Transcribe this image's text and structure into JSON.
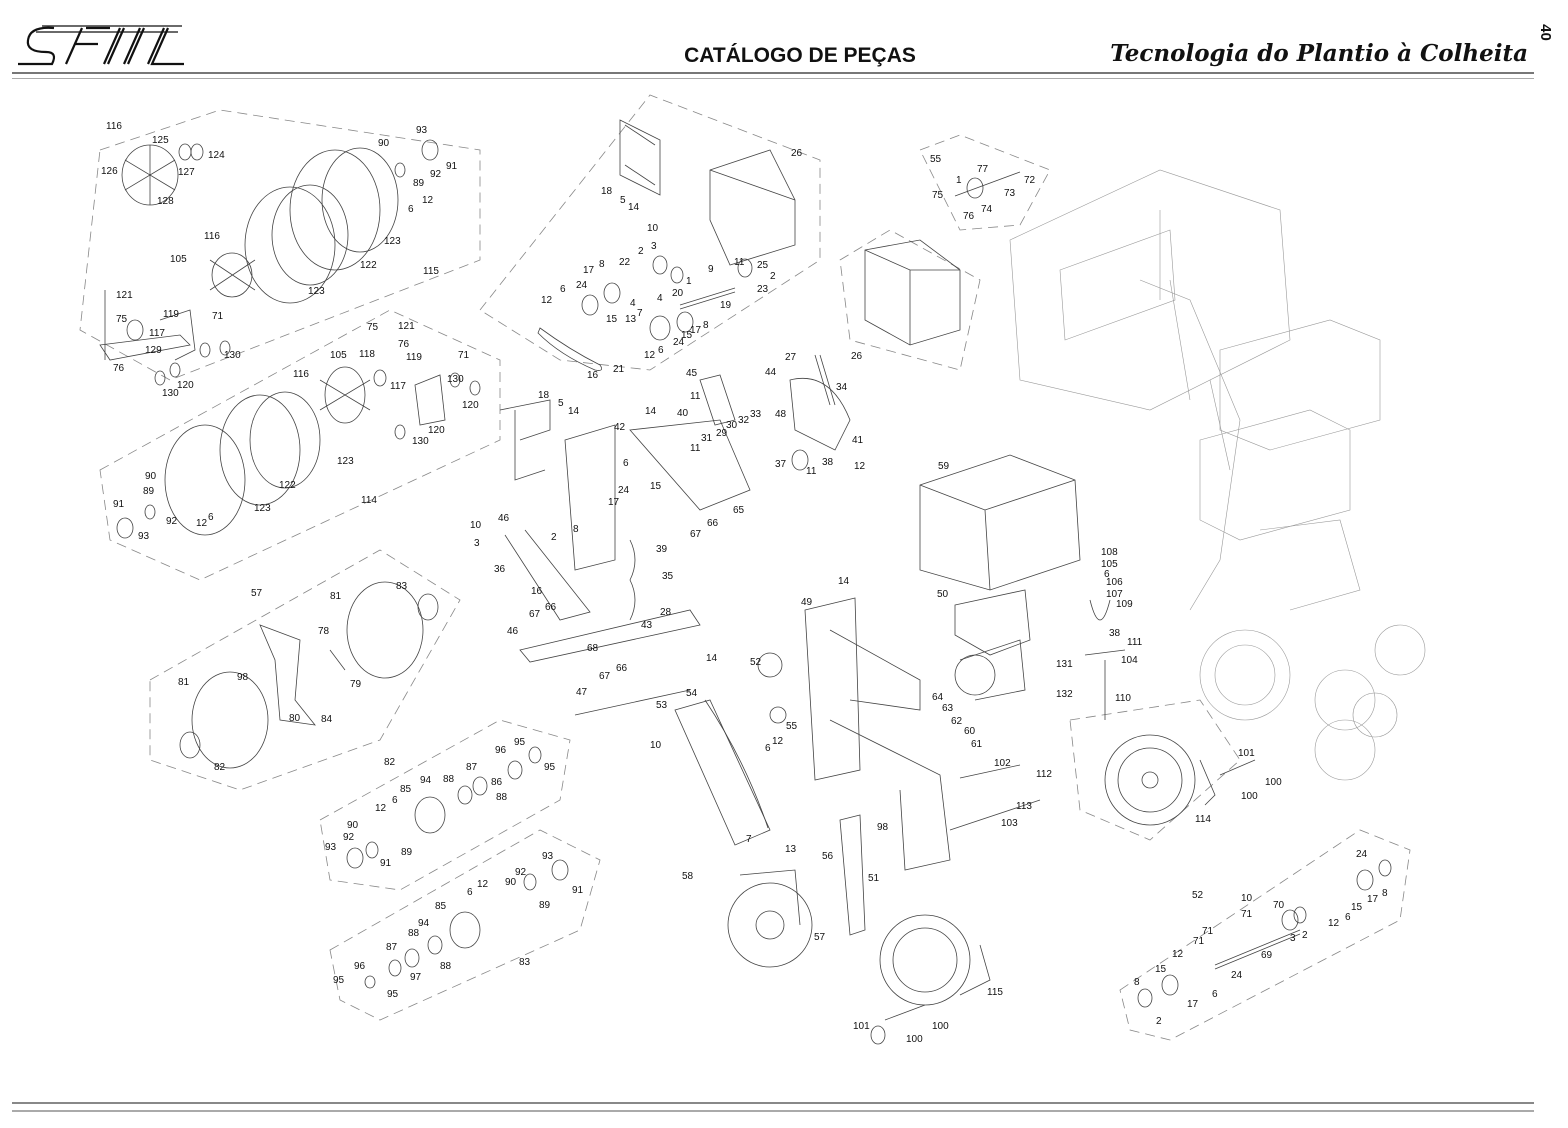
{
  "header": {
    "logo_text": "SFIL",
    "title": "CATÁLOGO DE PEÇAS",
    "tagline": "Tecnologia do Plantio à Colheita",
    "page_number": "40"
  },
  "callouts": [
    "116",
    "125",
    "124",
    "126",
    "127",
    "128",
    "90",
    "93",
    "91",
    "92",
    "89",
    "12",
    "6",
    "123",
    "122",
    "115",
    "116",
    "105",
    "123",
    "121",
    "75",
    "119",
    "117",
    "71",
    "129",
    "76",
    "120",
    "130",
    "130",
    "75",
    "121",
    "76",
    "105",
    "118",
    "119",
    "71",
    "117",
    "130",
    "120",
    "116",
    "120",
    "130",
    "123",
    "90",
    "89",
    "122",
    "114",
    "91",
    "92",
    "12",
    "6",
    "123",
    "93",
    "26",
    "18",
    "5",
    "14",
    "10",
    "3",
    "2",
    "8",
    "22",
    "17",
    "24",
    "6",
    "12",
    "15",
    "13",
    "7",
    "4",
    "4",
    "9",
    "1",
    "20",
    "11",
    "25",
    "2",
    "23",
    "19",
    "8",
    "15",
    "17",
    "24",
    "6",
    "12",
    "16",
    "21",
    "55",
    "77",
    "72",
    "1",
    "73",
    "75",
    "74",
    "76",
    "26",
    "45",
    "27",
    "44",
    "34",
    "11",
    "18",
    "5",
    "14",
    "14",
    "40",
    "33",
    "32",
    "30",
    "29",
    "31",
    "11",
    "48",
    "42",
    "41",
    "37",
    "38",
    "11",
    "12",
    "6",
    "15",
    "24",
    "17",
    "65",
    "66",
    "67",
    "10",
    "3",
    "46",
    "2",
    "8",
    "36",
    "39",
    "35",
    "16",
    "66",
    "67",
    "28",
    "43",
    "46",
    "68",
    "14",
    "66",
    "67",
    "47",
    "59",
    "50",
    "14",
    "49",
    "52",
    "55",
    "54",
    "53",
    "12",
    "6",
    "10",
    "64",
    "63",
    "62",
    "60",
    "61",
    "108",
    "105",
    "6",
    "106",
    "107",
    "109",
    "38",
    "111",
    "104",
    "131",
    "132",
    "110",
    "102",
    "112",
    "113",
    "103",
    "98",
    "101",
    "100",
    "100",
    "114",
    "57",
    "81",
    "83",
    "78",
    "79",
    "81",
    "98",
    "80",
    "84",
    "82",
    "82",
    "96",
    "95",
    "95",
    "85",
    "94",
    "88",
    "87",
    "86",
    "88",
    "12",
    "6",
    "90",
    "92",
    "89",
    "93",
    "91",
    "93",
    "92",
    "90",
    "91",
    "12",
    "6",
    "89",
    "85",
    "94",
    "88",
    "87",
    "88",
    "96",
    "97",
    "95",
    "95",
    "83",
    "7",
    "13",
    "56",
    "58",
    "51",
    "57",
    "101",
    "100",
    "100",
    "115",
    "24",
    "52",
    "10",
    "70",
    "71",
    "15",
    "17",
    "8",
    "12",
    "6",
    "3",
    "2",
    "71",
    "71",
    "69",
    "12",
    "15",
    "24",
    "6",
    "8",
    "17",
    "2"
  ]
}
